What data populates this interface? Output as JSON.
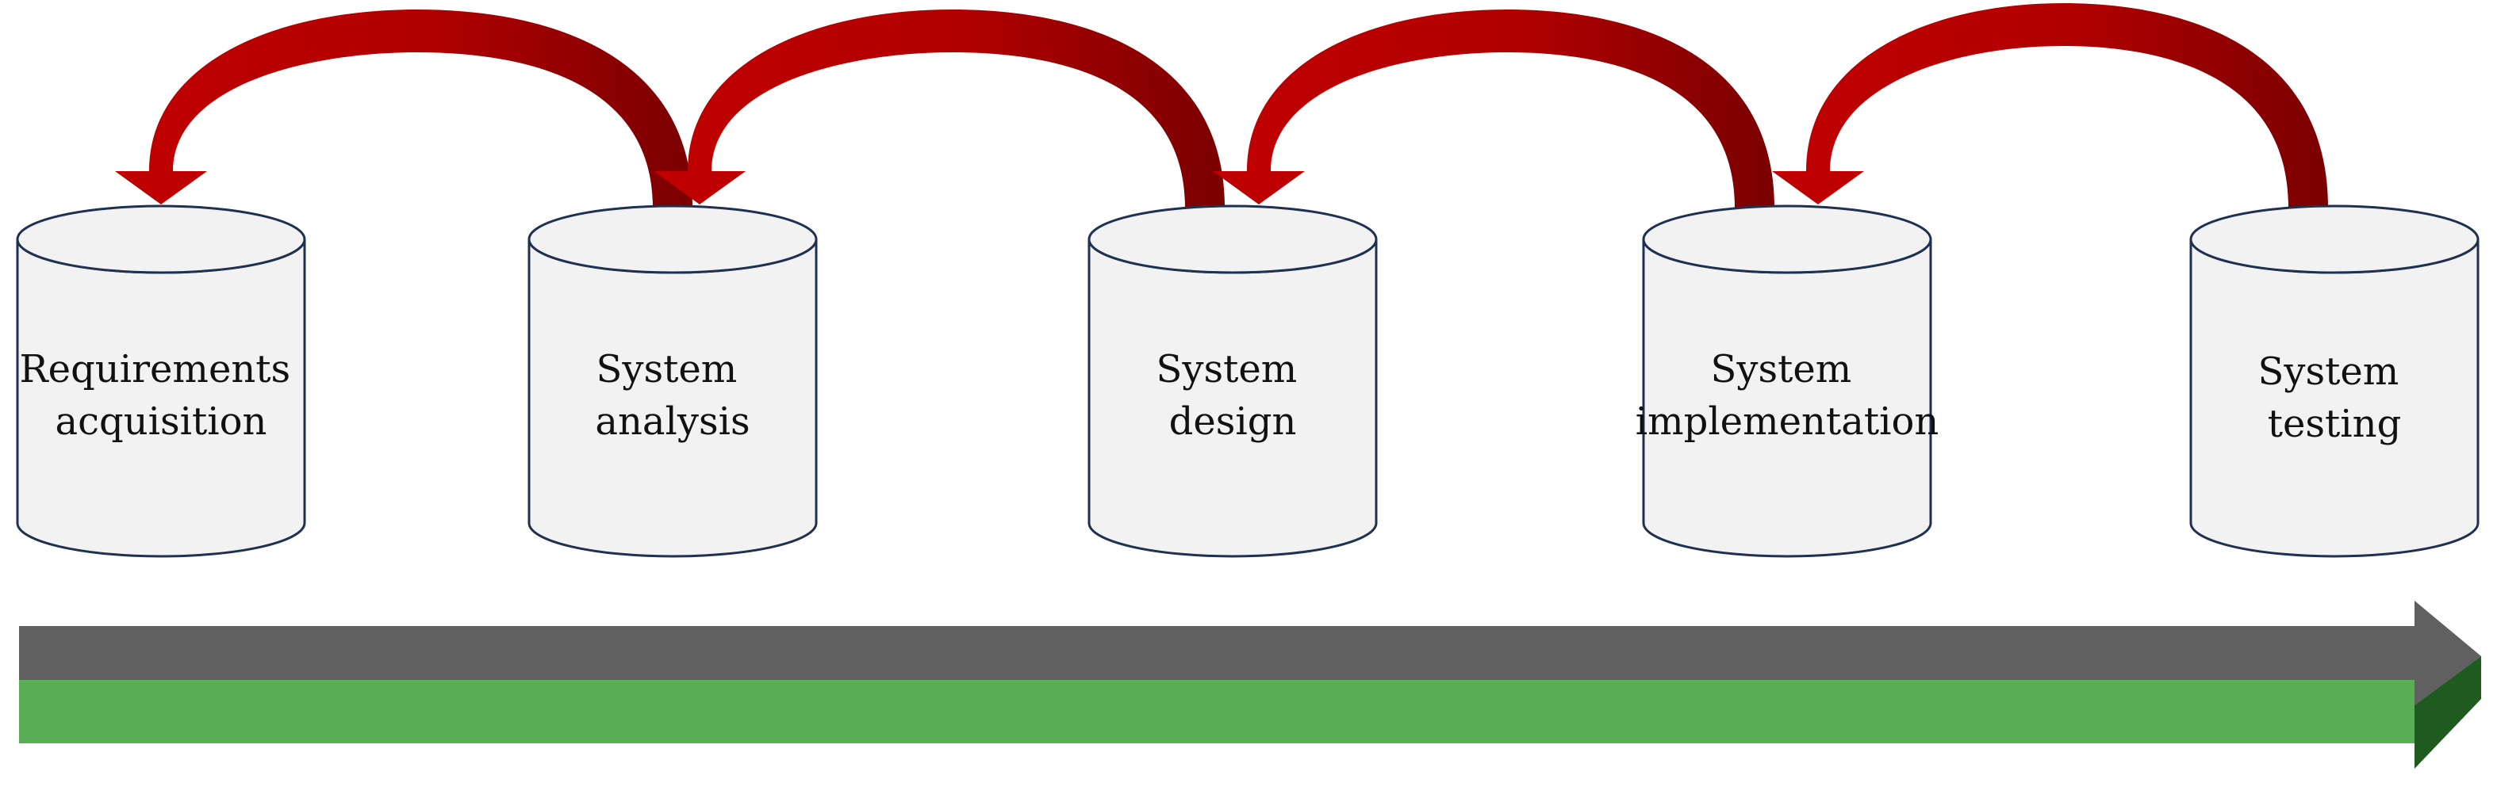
{
  "stages": [
    {
      "line1": "Requirements",
      "line2": "acquisition"
    },
    {
      "line1": "System",
      "line2": "analysis"
    },
    {
      "line1": "System",
      "line2": "design"
    },
    {
      "line1": "System",
      "line2": "implementation"
    },
    {
      "line1": "System",
      "line2": "testing"
    }
  ],
  "colors": {
    "cylinder_fill": "#f2f2f2",
    "cylinder_stroke": "#1f3150",
    "feedback_arrow_light": "#c00000",
    "feedback_arrow_dark": "#7a0000",
    "timeline_top": "#606060",
    "timeline_bottom": "#59ad55",
    "timeline_head_dark": "#1f5a1f"
  }
}
